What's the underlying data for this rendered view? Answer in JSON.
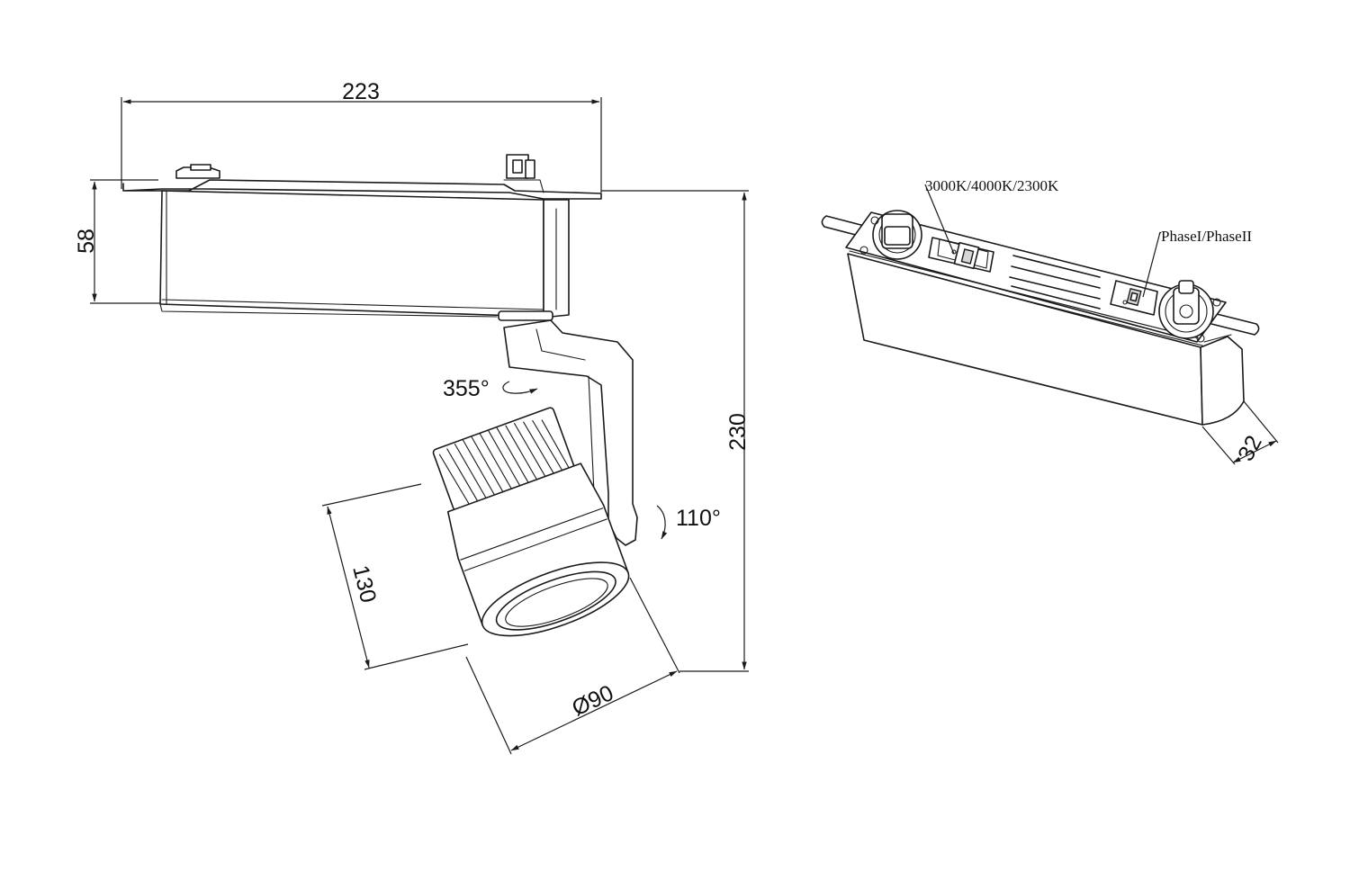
{
  "dimensions": {
    "width": "223",
    "height": "58",
    "total_height": "230",
    "head_length": "130",
    "diameter": "Ø90",
    "track_depth": "32"
  },
  "rotation": {
    "horizontal": "355°",
    "vertical": "110°"
  },
  "labels": {
    "cct_switch": "3000K/4000K/2300K",
    "phase_switch": "PhaseI/PhaseII"
  },
  "colors": {
    "line": "#1a1a1a",
    "background": "#ffffff"
  }
}
